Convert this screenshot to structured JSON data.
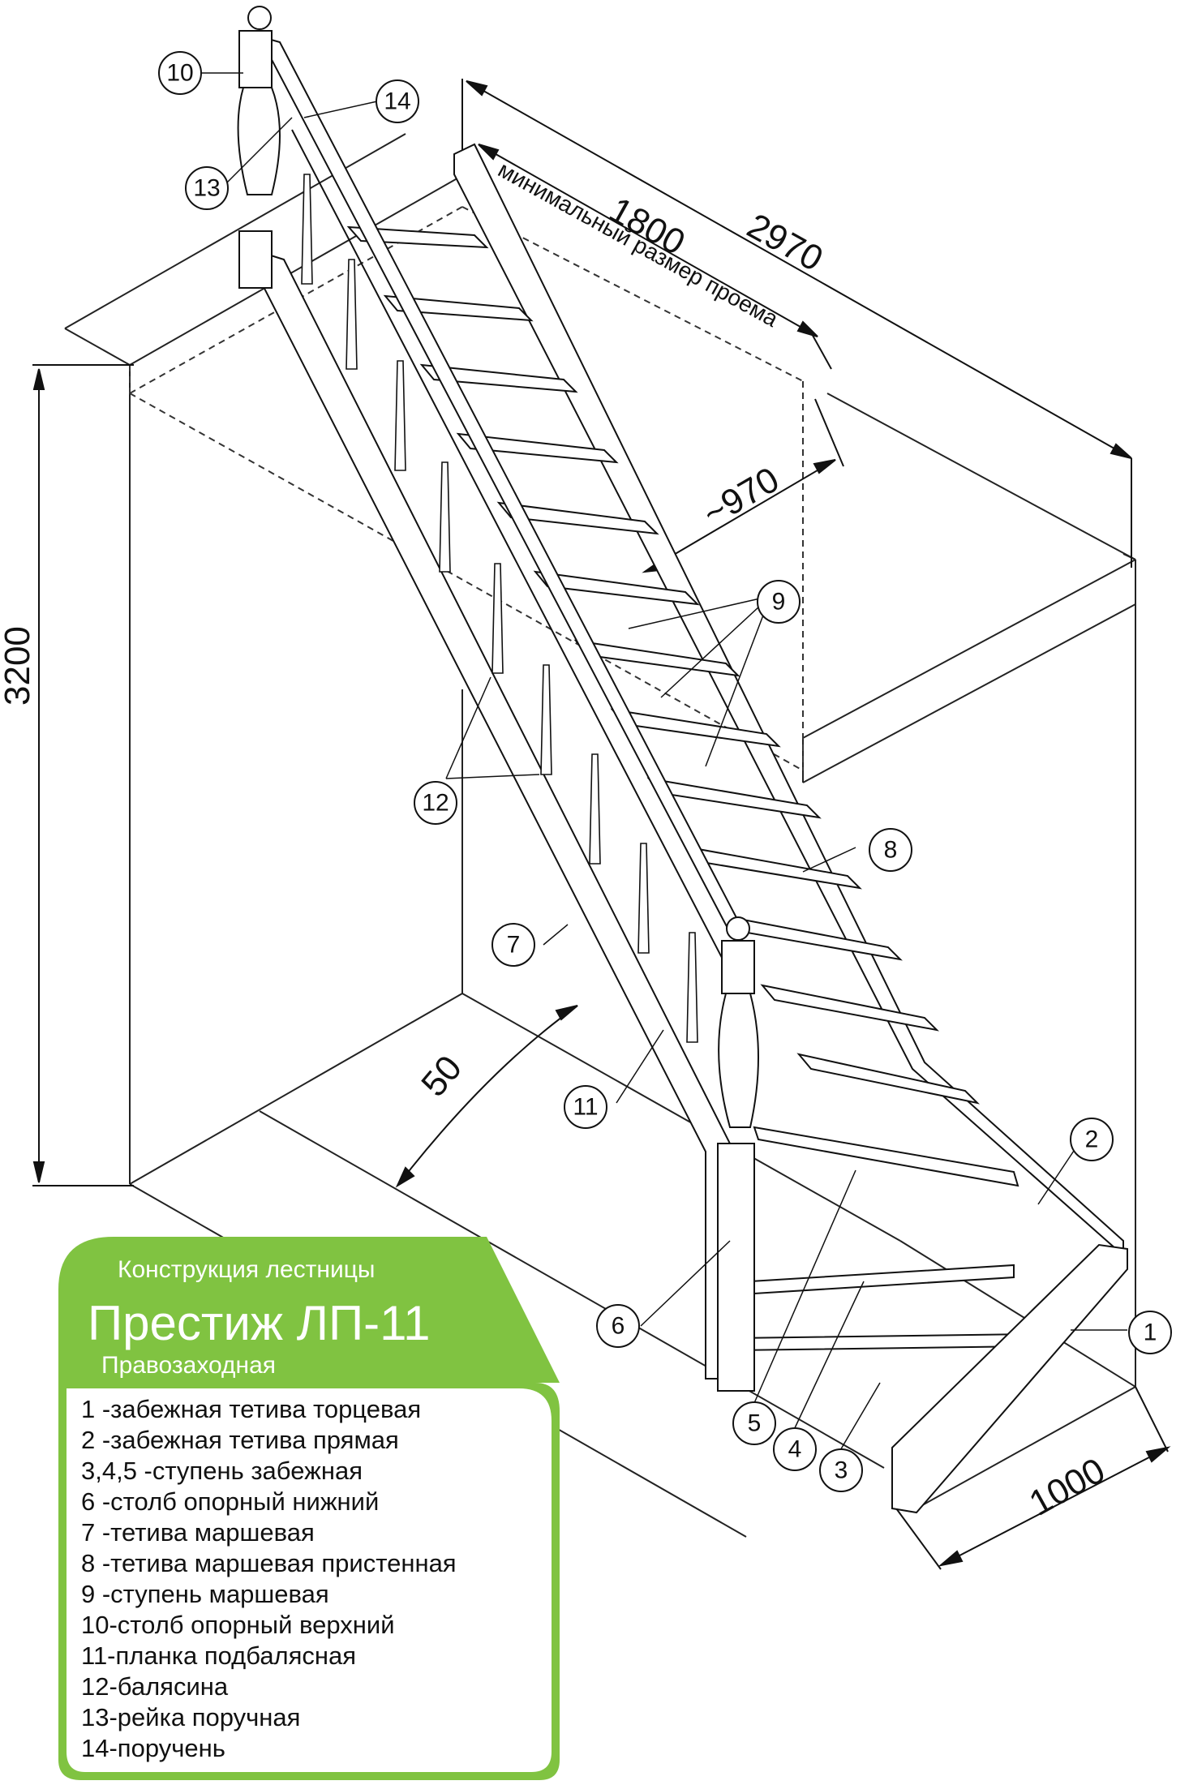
{
  "panel": {
    "subtitle": "Конструкция лестницы",
    "title": "Престиж ЛП-11",
    "direction": "Правозаходная",
    "accent_color": "#80c341"
  },
  "dimensions": {
    "height": "3200",
    "opening_min": "1800",
    "total_length": "2970",
    "opening_note": "минимальный размер проема",
    "opening_width": "~970",
    "angle": "50",
    "width": "1000"
  },
  "callouts": [
    "1",
    "2",
    "3",
    "4",
    "5",
    "6",
    "7",
    "8",
    "9",
    "10",
    "11",
    "12",
    "13",
    "14"
  ],
  "legend": [
    "1  -забежная тетива торцевая",
    "2  -забежная тетива прямая",
    "3,4,5  -ступень забежная",
    "6  -столб опорный нижний",
    "7  -тетива маршевая",
    "8  -тетива маршевая пристенная",
    "9  -ступень маршевая",
    "10-столб опорный верхний",
    "11-планка подбалясная",
    "12-балясина",
    "13-рейка поручная",
    "14-поручень"
  ]
}
